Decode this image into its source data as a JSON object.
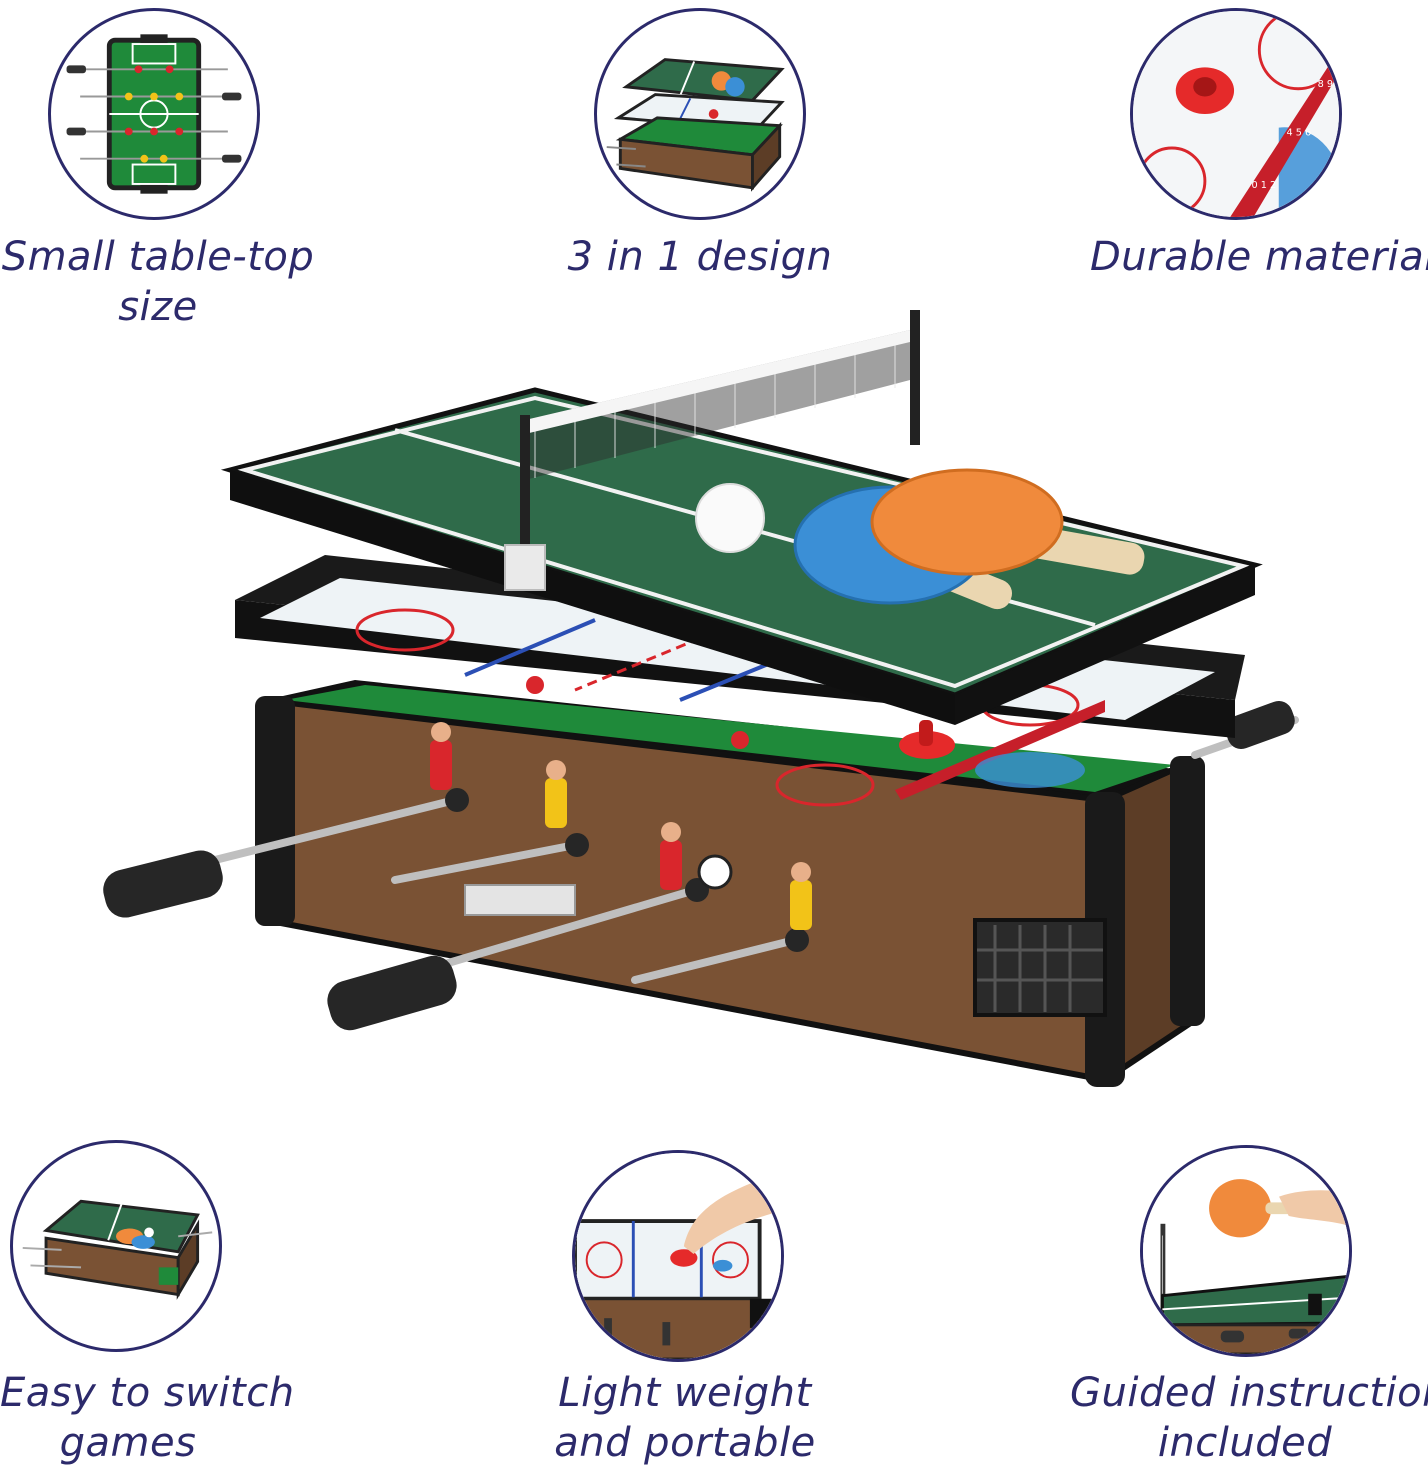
{
  "features": [
    {
      "id": "small-size",
      "icon": "foosball-top-view-icon",
      "lines": [
        "Small table-top",
        "size"
      ]
    },
    {
      "id": "three-in-one",
      "icon": "stacked-tables-icon",
      "lines": [
        "3 in 1 design"
      ]
    },
    {
      "id": "durable",
      "icon": "air-hockey-closeup-icon",
      "lines": [
        "Durable material"
      ]
    },
    {
      "id": "easy-switch",
      "icon": "table-set-icon",
      "lines": [
        "Easy to switch",
        "games"
      ]
    },
    {
      "id": "lightweight",
      "icon": "air-hockey-hand-icon",
      "lines": [
        "Light weight",
        "and portable"
      ]
    },
    {
      "id": "instructions",
      "icon": "ping-pong-hand-icon",
      "lines": [
        "Guided instructions",
        "included"
      ]
    }
  ],
  "colors": {
    "text": "#2c2a6b",
    "circle_border": "#2c2a6b",
    "table_green": "#2f6b4a",
    "field_green": "#1f8a3a",
    "wood": "#7a5234",
    "puck_red": "#d9262c",
    "paddle_orange": "#f08a3c",
    "paddle_blue": "#3b8fd6"
  },
  "hero": {
    "icon": "3-in-1-game-table-icon"
  }
}
